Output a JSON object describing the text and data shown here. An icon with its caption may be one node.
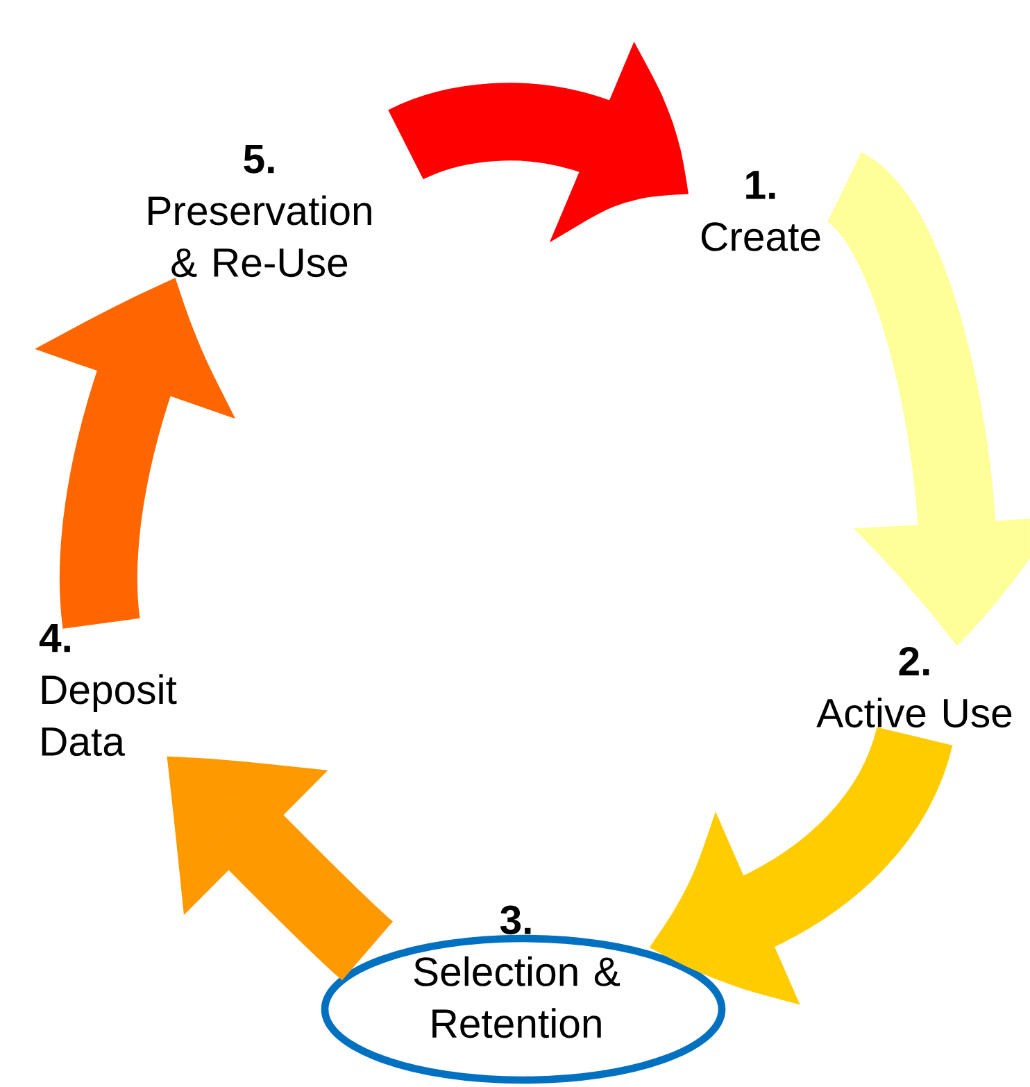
{
  "diagram": {
    "nodes": [
      {
        "text": [
          "1.",
          "Create"
        ]
      },
      {
        "text": [
          "2.",
          "Active Use"
        ]
      },
      {
        "text": [
          "3.",
          "Selection & Retention"
        ]
      },
      {
        "text": [
          "4.",
          "Deposit Data"
        ]
      },
      {
        "text": [
          "5.",
          "Preservation & Re-Use"
        ]
      }
    ],
    "edges": [
      {
        "from": 0,
        "to": 1,
        "arrow": "to",
        "color": "#ffff99"
      },
      {
        "from": 1,
        "to": 2,
        "arrow": "to",
        "color": "#ffcc00"
      },
      {
        "from": 2,
        "to": 3,
        "arrow": "to",
        "color": "#ff9900"
      },
      {
        "from": 3,
        "to": 4,
        "arrow": "to",
        "color": "#ff6600"
      },
      {
        "from": 4,
        "to": 0,
        "arrow": "to",
        "color": "#ff0000"
      }
    ]
  }
}
